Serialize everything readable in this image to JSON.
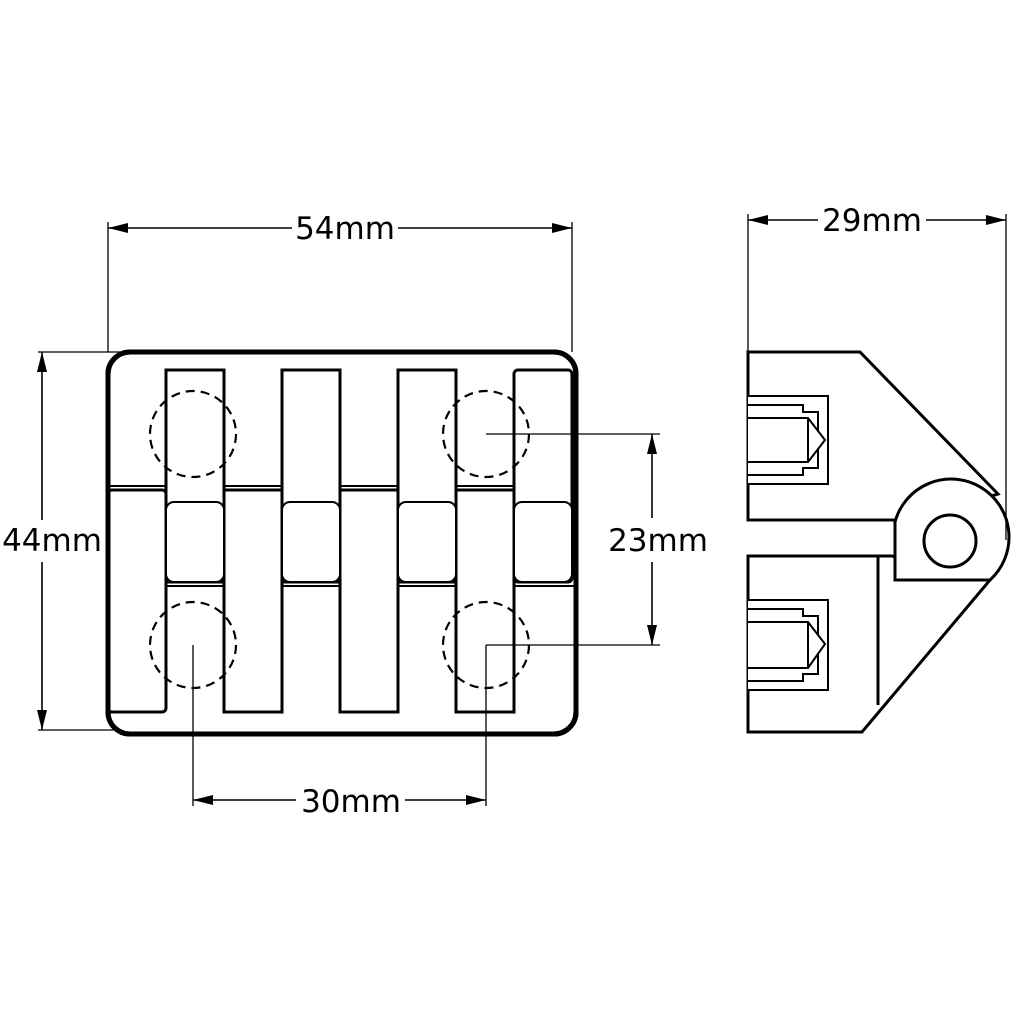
{
  "dimensions": {
    "width_label": "54mm",
    "height_label": "44mm",
    "vertical_hole_spacing_label": "23mm",
    "horizontal_hole_spacing_label": "30mm",
    "depth_label": "29mm"
  },
  "colors": {
    "line": "#000000",
    "background": "#ffffff"
  }
}
